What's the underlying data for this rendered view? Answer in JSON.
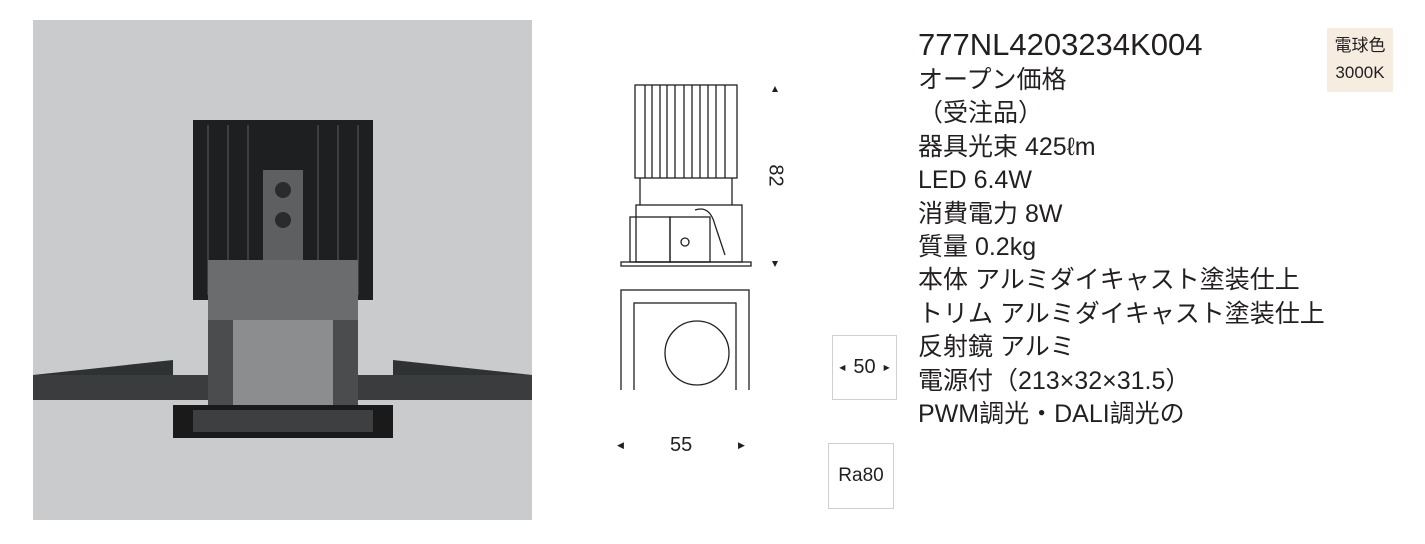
{
  "product": {
    "model": "777NL4203234K004",
    "specs": [
      "オープン価格",
      "（受注品）",
      "器具光束 425ℓm",
      "LED 6.4W",
      "消費電力 8W",
      "質量 0.2kg",
      "本体 アルミダイキャスト塗装仕上",
      "トリム アルミダイキャスト塗装仕上",
      "反射鏡 アルミ",
      "電源付（213×32×31.5）",
      "PWM調光・DALI調光の"
    ]
  },
  "badge": {
    "line1": "電球色",
    "line2": "3000K"
  },
  "dimensions": {
    "height": "82",
    "width": "55",
    "cutout": "50"
  },
  "ra": "Ra80"
}
